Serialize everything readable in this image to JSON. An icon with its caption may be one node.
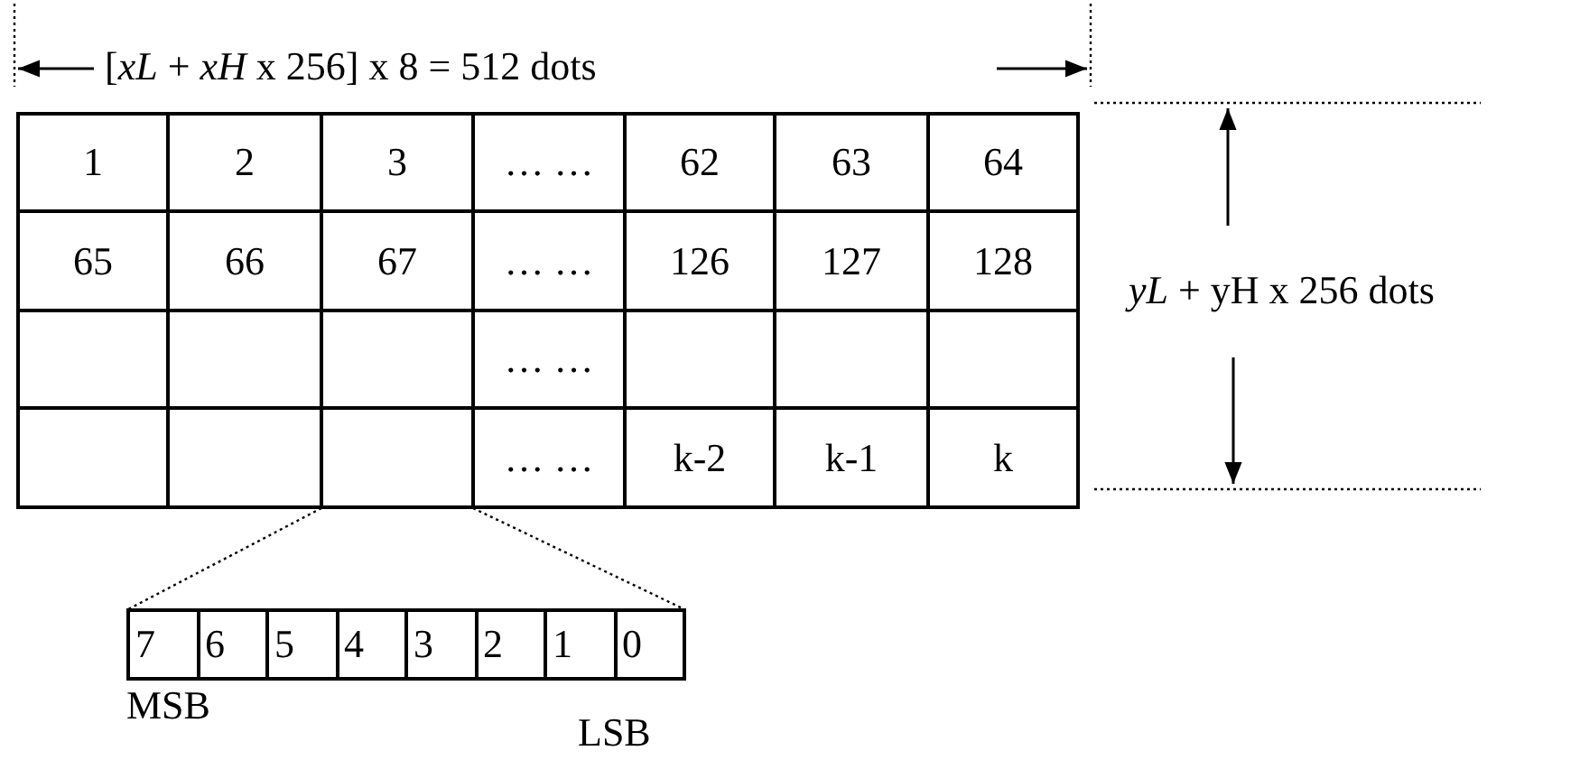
{
  "diagram": {
    "nodes": [
      {
        "text": [],
        "shape": "box"
      },
      {
        "text": [],
        "shape": "box",
        "beside": [
          "MSB",
          "LSB"
        ]
      }
    ],
    "edges": [
      {
        "from": 0,
        "to": 1,
        "arrow": "none",
        "style": "dashed"
      },
      {
        "from": 0,
        "to": 1,
        "arrow": "none",
        "style": "dashed"
      }
    ],
    "labels": [
      "[*xL* + *xH* x 256] x 8 = 512 dots",
      "1",
      "2",
      "3",
      "… …",
      "62",
      "63",
      "64",
      "65",
      "66",
      "67",
      "… …",
      "126",
      "127",
      "128",
      "… …",
      "… …",
      "k-2",
      "k-1",
      "k",
      "*yL* + yH x 256 dots",
      "7",
      "6",
      "5",
      "4",
      "3",
      "2",
      "1",
      "0"
    ]
  }
}
